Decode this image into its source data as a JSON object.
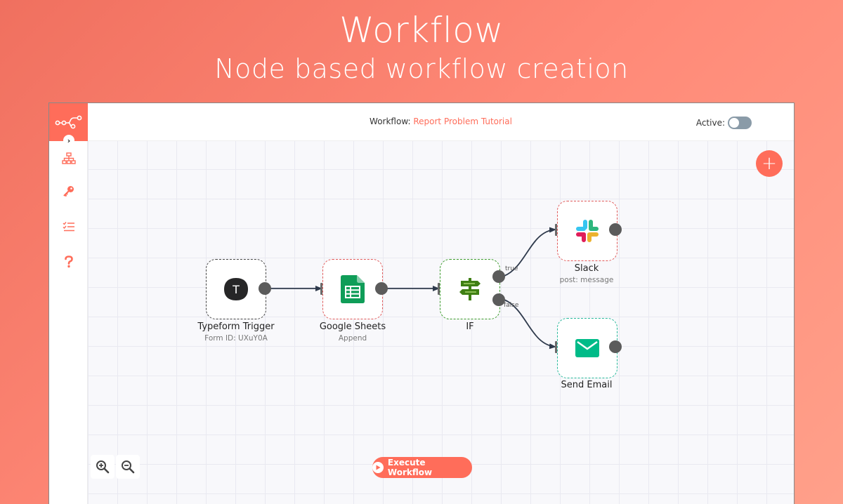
{
  "hero": {
    "title": "Workflow",
    "subtitle": "Node based workflow creation"
  },
  "topbar": {
    "workflow_label": "Workflow:",
    "workflow_name": "Report Problem Tutorial",
    "active_label": "Active:",
    "active": false
  },
  "sidebar": {
    "items": [
      {
        "icon": "network-icon"
      },
      {
        "icon": "key-icon"
      },
      {
        "icon": "checklist-icon"
      },
      {
        "icon": "help-icon"
      }
    ]
  },
  "nodes": [
    {
      "id": "typeform",
      "name": "Typeform Trigger",
      "subtitle": "Form ID: UXuY0A",
      "icon": "typeform-icon"
    },
    {
      "id": "sheets",
      "name": "Google Sheets",
      "subtitle": "Append",
      "icon": "google-sheets-icon"
    },
    {
      "id": "if",
      "name": "IF",
      "subtitle": "",
      "icon": "signpost-icon"
    },
    {
      "id": "slack",
      "name": "Slack",
      "subtitle": "post: message",
      "icon": "slack-icon"
    },
    {
      "id": "email",
      "name": "Send Email",
      "subtitle": "",
      "icon": "email-icon"
    }
  ],
  "branches": {
    "true_label": "true",
    "false_label": "false"
  },
  "typeform_letter": "T",
  "add_symbol": "+",
  "execute_button": "Execute Workflow",
  "colors": {
    "brand": "#ff6d5a",
    "toggle_off": "#8a9ba8",
    "edge": "#2f3a4c"
  }
}
